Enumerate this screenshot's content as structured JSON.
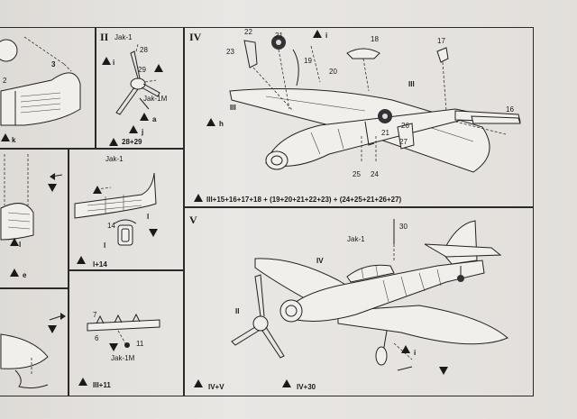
{
  "panel_ii": {
    "roman": "II",
    "aircraft_top": "Jak-1",
    "aircraft_bottom": "Jak-1M",
    "part_28": "28",
    "part_29": "29",
    "step_i": "i",
    "step_a": "a",
    "step_j": "j",
    "footer": "28+29"
  },
  "panel_iv": {
    "roman": "IV",
    "parts": [
      "22",
      "21",
      "23",
      "19",
      "20",
      "18",
      "17",
      "16",
      "26",
      "21",
      "27",
      "25",
      "24"
    ],
    "sub_iii": "III",
    "sub_iii_b": "III",
    "step_i": "i",
    "step_h": "h",
    "formula": "III+15+16+17+18 + (19+20+21+22+23) + (24+25+21+26+27)"
  },
  "panel_left_top": {
    "part_3": "3",
    "part_2": "2",
    "step_k": "k"
  },
  "panel_left_mid": {
    "step_l": "l",
    "step_e": "e"
  },
  "panel_jak1": {
    "aircraft": "Jak-1",
    "part_14": "14",
    "step_l": "l",
    "step_l_b": "l",
    "footer": "l+14"
  },
  "panel_jak1m": {
    "part_7": "7",
    "part_6": "6",
    "part_11": "11",
    "aircraft": "Jak-1M",
    "footer": "III+11"
  },
  "panel_v": {
    "roman": "V",
    "aircraft": "Jak-1",
    "sub_iv": "IV",
    "sub_ii": "II",
    "part_30": "30",
    "step_i": "i",
    "footer_a": "IV+V",
    "footer_b": "IV+30"
  }
}
